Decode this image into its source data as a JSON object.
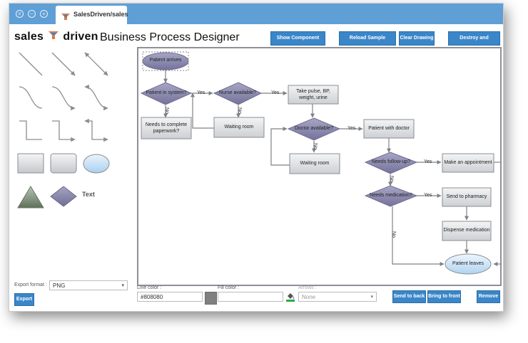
{
  "browser": {
    "tab_title": "SalesDriven/sales"
  },
  "header": {
    "logo_left": "sales",
    "logo_right": "driven",
    "title": "Business Process Designer"
  },
  "toolbar": {
    "show_xml": "Show Component XML",
    "reload": "Reload Sample Drawing",
    "clear": "Clear Drawing",
    "destroy": "Destroy and Recreate"
  },
  "palette": {
    "text_item": "Text"
  },
  "flow": {
    "patient_arrives": "Patient arrives",
    "patient_in_system": "Patient in system?",
    "nurse_available": "Nurse available?",
    "take_pulse": [
      "Take pulse, BP,",
      "weight, urine"
    ],
    "needs_complete": [
      "Needs to complete",
      "paperwork?"
    ],
    "waiting_room_1": "Waiting room",
    "doctor_available": "Doctor available?",
    "patient_with_doctor": "Patient with doctor",
    "waiting_room_2": "Waiting room",
    "needs_followup": "Needs follow-up?",
    "make_appointment": "Make an appointment",
    "needs_medication": "Needs medication?",
    "send_pharmacy": "Send to pharmacy",
    "dispense_medication": "Dispense medication",
    "patient_leaves": "Patient leaves",
    "yes": "Yes",
    "no": "No"
  },
  "bottom": {
    "export_format_label": "Export format :",
    "export_format_value": "PNG",
    "export_button": "Export",
    "line_color_label": "Line color :",
    "line_color_value": "#808080",
    "fill_color_label": "Fill color :",
    "fill_color_value": "",
    "arrows_label": "Arrows :",
    "arrows_value": "None",
    "send_to_back": "Send to back",
    "bring_to_front": "Bring to front",
    "remove": "Remove"
  },
  "colors": {
    "titlebar": "#5f9fd6",
    "button": "#3a86c8",
    "diamond": "#8a88aa",
    "box": "#e1e3e5",
    "ellipse": "#cfe4f7"
  }
}
